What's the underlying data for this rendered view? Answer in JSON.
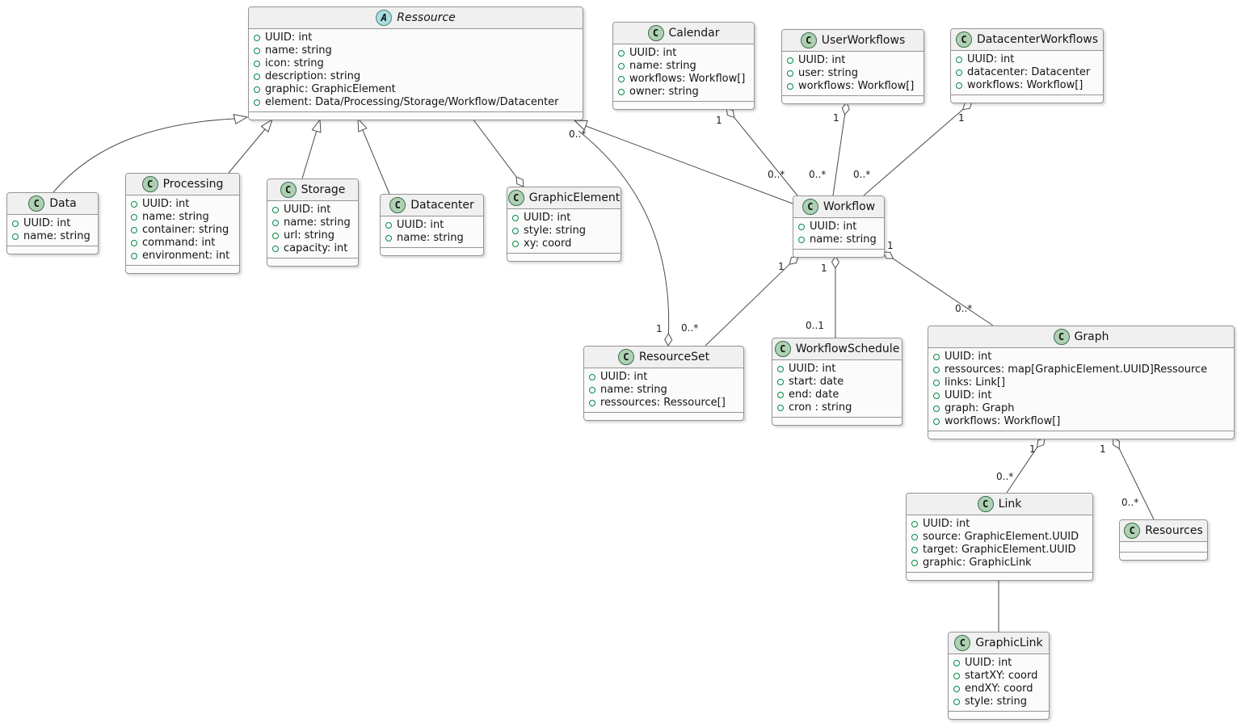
{
  "diagram": {
    "type": "uml-class-diagram",
    "classes": [
      {
        "id": "ressource",
        "name": "Ressource",
        "kind": "abstract",
        "icon_letter": "A",
        "attributes": [
          "UUID: int",
          "name: string",
          "icon: string",
          "description: string",
          "graphic: GraphicElement",
          "element: Data/Processing/Storage/Workflow/Datacenter"
        ]
      },
      {
        "id": "data",
        "name": "Data",
        "kind": "class",
        "icon_letter": "C",
        "attributes": [
          "UUID: int",
          "name: string"
        ]
      },
      {
        "id": "processing",
        "name": "Processing",
        "kind": "class",
        "icon_letter": "C",
        "attributes": [
          "UUID: int",
          "name: string",
          "container: string",
          "command: int",
          "environment: int"
        ]
      },
      {
        "id": "storage",
        "name": "Storage",
        "kind": "class",
        "icon_letter": "C",
        "attributes": [
          "UUID: int",
          "name: string",
          "url: string",
          "capacity: int"
        ]
      },
      {
        "id": "datacenter",
        "name": "Datacenter",
        "kind": "class",
        "icon_letter": "C",
        "attributes": [
          "UUID: int",
          "name: string"
        ]
      },
      {
        "id": "graphicelement",
        "name": "GraphicElement",
        "kind": "class",
        "icon_letter": "C",
        "attributes": [
          "UUID: int",
          "style: string",
          "xy: coord"
        ]
      },
      {
        "id": "calendar",
        "name": "Calendar",
        "kind": "class",
        "icon_letter": "C",
        "attributes": [
          "UUID: int",
          "name: string",
          "workflows: Workflow[]",
          "owner: string"
        ]
      },
      {
        "id": "userworkflows",
        "name": "UserWorkflows",
        "kind": "class",
        "icon_letter": "C",
        "attributes": [
          "UUID: int",
          "user: string",
          "workflows: Workflow[]"
        ]
      },
      {
        "id": "datacenterworkflows",
        "name": "DatacenterWorkflows",
        "kind": "class",
        "icon_letter": "C",
        "attributes": [
          "UUID: int",
          "datacenter: Datacenter",
          "workflows: Workflow[]"
        ]
      },
      {
        "id": "workflow",
        "name": "Workflow",
        "kind": "class",
        "icon_letter": "C",
        "attributes": [
          "UUID: int",
          "name: string"
        ]
      },
      {
        "id": "resourceset",
        "name": "ResourceSet",
        "kind": "class",
        "icon_letter": "C",
        "attributes": [
          "UUID: int",
          "name: string",
          "ressources: Ressource[]"
        ]
      },
      {
        "id": "workflowschedule",
        "name": "WorkflowSchedule",
        "kind": "class",
        "icon_letter": "C",
        "attributes": [
          "UUID: int",
          "start: date",
          "end: date",
          "cron : string"
        ]
      },
      {
        "id": "graph",
        "name": "Graph",
        "kind": "class",
        "icon_letter": "C",
        "attributes": [
          "UUID: int",
          "ressources: map[GraphicElement.UUID]Ressource",
          "links: Link[]",
          "UUID: int",
          "graph: Graph",
          "workflows: Workflow[]"
        ]
      },
      {
        "id": "link",
        "name": "Link",
        "kind": "class",
        "icon_letter": "C",
        "attributes": [
          "UUID: int",
          "source: GraphicElement.UUID",
          "target: GraphicElement.UUID",
          "graphic: GraphicLink"
        ]
      },
      {
        "id": "resources",
        "name": "Resources",
        "kind": "class",
        "icon_letter": "C",
        "attributes": []
      },
      {
        "id": "graphiclink",
        "name": "GraphicLink",
        "kind": "class",
        "icon_letter": "C",
        "attributes": [
          "UUID: int",
          "startXY: coord",
          "endXY: coord",
          "style: string"
        ]
      }
    ],
    "edges": [
      {
        "id": "data-extends-ressource",
        "type": "inheritance",
        "from": "Data",
        "to": "Ressource"
      },
      {
        "id": "processing-extends-ressource",
        "type": "inheritance",
        "from": "Processing",
        "to": "Ressource"
      },
      {
        "id": "storage-extends-ressource",
        "type": "inheritance",
        "from": "Storage",
        "to": "Ressource"
      },
      {
        "id": "datacenter-extends-ressource",
        "type": "inheritance",
        "from": "Datacenter",
        "to": "Ressource"
      },
      {
        "id": "workflow-extends-ressource",
        "type": "inheritance",
        "from": "Workflow",
        "to": "Ressource"
      },
      {
        "id": "graphicelement-ressource",
        "type": "aggregation",
        "owner": "GraphicElement",
        "part": "Ressource"
      },
      {
        "id": "calendar-workflow",
        "type": "aggregation",
        "owner": "Calendar",
        "part": "Workflow",
        "owner_label": "1",
        "part_label": "0..*"
      },
      {
        "id": "userworkflows-workflow",
        "type": "aggregation",
        "owner": "UserWorkflows",
        "part": "Workflow",
        "owner_label": "1",
        "part_label": "0..*"
      },
      {
        "id": "datacenterworkflows-workflow",
        "type": "aggregation",
        "owner": "DatacenterWorkflows",
        "part": "Workflow",
        "owner_label": "1",
        "part_label": "0..*"
      },
      {
        "id": "workflow-resourceset",
        "type": "aggregation",
        "owner": "Workflow",
        "part": "ResourceSet",
        "owner_label": "1",
        "part_label": "0..*"
      },
      {
        "id": "workflow-workflowschedule",
        "type": "aggregation",
        "owner": "Workflow",
        "part": "WorkflowSchedule",
        "owner_label": "1",
        "part_label": "0..1"
      },
      {
        "id": "workflow-graph",
        "type": "aggregation",
        "owner": "Workflow",
        "part": "Graph",
        "owner_label": "1",
        "part_label": "0..*"
      },
      {
        "id": "resourceset-ressource",
        "type": "aggregation",
        "owner": "ResourceSet",
        "part": "Ressource",
        "owner_label": "1",
        "part_label": "0..*"
      },
      {
        "id": "graph-link",
        "type": "aggregation",
        "owner": "Graph",
        "part": "Link",
        "owner_label": "1",
        "part_label": "0..*"
      },
      {
        "id": "graph-resources",
        "type": "aggregation",
        "owner": "Graph",
        "part": "Resources",
        "owner_label": "1",
        "part_label": "0..*"
      },
      {
        "id": "link-graphiclink",
        "type": "association",
        "from": "Link",
        "to": "GraphicLink"
      }
    ],
    "colors": {
      "class_icon_bg": "#ADD1B2",
      "abstract_icon_bg": "#A9DCDF",
      "box_fill": "#FBFBFB",
      "header_fill": "#F0F0F0",
      "box_border": "#949494",
      "line": "#4B4B4B",
      "visibility_circle": "#078A4B"
    }
  }
}
